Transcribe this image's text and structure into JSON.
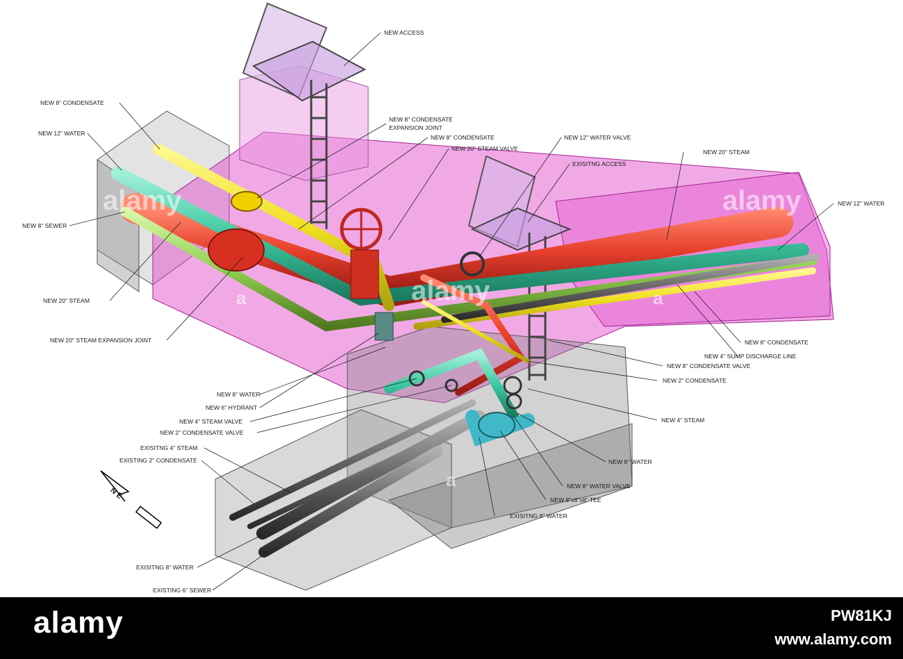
{
  "colors": {
    "background": "#ffffff",
    "vault_magenta": "#e040c8",
    "vault_gray": "#8a8a8a",
    "steam": "#e8402c",
    "condensate": "#f0e020",
    "water": "#3cc8a0",
    "sewer": "#90d050",
    "existing": "#555555",
    "footer": "#000000"
  },
  "callouts": [
    {
      "id": "new-access",
      "text": "NEW ACCESS"
    },
    {
      "id": "new-8-condensate-left",
      "text": "NEW 8\" CONDENSATE"
    },
    {
      "id": "new-8-condensate-expansion-joint-1",
      "text": "NEW 8\" CONDENSATE"
    },
    {
      "id": "new-8-condensate-expansion-joint-2",
      "text": "EXPANSION JOINT"
    },
    {
      "id": "new-12-water-left",
      "text": "NEW 12\" WATER"
    },
    {
      "id": "new-8-condensate-mid",
      "text": "NEW 8\" CONDENSATE"
    },
    {
      "id": "new-20-steam-valve",
      "text": "NEW 20\" STEAM VALVE"
    },
    {
      "id": "new-12-water-valve",
      "text": "NEW 12\" WATER VALVE"
    },
    {
      "id": "new-20-steam-right",
      "text": "NEW 20\" STEAM"
    },
    {
      "id": "exisitng-access",
      "text": "EXISITNG ACCESS"
    },
    {
      "id": "new-12-water-right",
      "text": "NEW 12\" WATER"
    },
    {
      "id": "new-8-sewer",
      "text": "NEW 8\" SEWER"
    },
    {
      "id": "new-20-steam-left",
      "text": "NEW 20\" STEAM"
    },
    {
      "id": "new-20-steam-expansion-joint",
      "text": "NEW 20\" STEAM EXPANSION JOINT"
    },
    {
      "id": "new-8-condensate-right",
      "text": "NEW 8\" CONDENSATE"
    },
    {
      "id": "new-4-sump-discharge-line",
      "text": "NEW 4\" SUMP DISCHARGE LINE"
    },
    {
      "id": "new-8-condensate-valve",
      "text": "NEW 8\" CONDENSATE VALVE"
    },
    {
      "id": "new-2-condensate",
      "text": "NEW 2\" CONDENSATE"
    },
    {
      "id": "new-8-water-left",
      "text": "NEW 8\" WATER"
    },
    {
      "id": "new-6-hydrant",
      "text": "NEW 6\" HYDRANT"
    },
    {
      "id": "new-4-steam-valve",
      "text": "NEW 4\" STEAM VALVE"
    },
    {
      "id": "new-2-condensate-valve",
      "text": "NEW 2\" CONDENSATE VALVE"
    },
    {
      "id": "new-4-steam",
      "text": "NEW 4\" STEAM"
    },
    {
      "id": "exisitng-4-steam",
      "text": "EXISITNG 4\" STEAM"
    },
    {
      "id": "existing-2-condensate",
      "text": "EXISTING 2\" CONDENSATE"
    },
    {
      "id": "new-8-water-right",
      "text": "NEW 8\" WATER"
    },
    {
      "id": "new-8-water-valve",
      "text": "NEW 8\" WATER VALVE"
    },
    {
      "id": "new-8x8x8-tee",
      "text": "NEW 8\"x8\"x8\" TEE"
    },
    {
      "id": "exisitng-8-water-lower",
      "text": "EXISITNG 8\" WATER"
    },
    {
      "id": "exisitng-8-water-left",
      "text": "EXISITNG 8\" WATER"
    },
    {
      "id": "existing-6-sewer",
      "text": "EXISTING 6\" SEWER"
    }
  ],
  "compass": {
    "letters": "N E"
  },
  "watermarks": [
    "alamy",
    "alamy",
    "alamy",
    "a",
    "a",
    "a"
  ],
  "footer": {
    "logo": "alamy",
    "image_id": "PW81KJ",
    "url": "www.alamy.com"
  }
}
